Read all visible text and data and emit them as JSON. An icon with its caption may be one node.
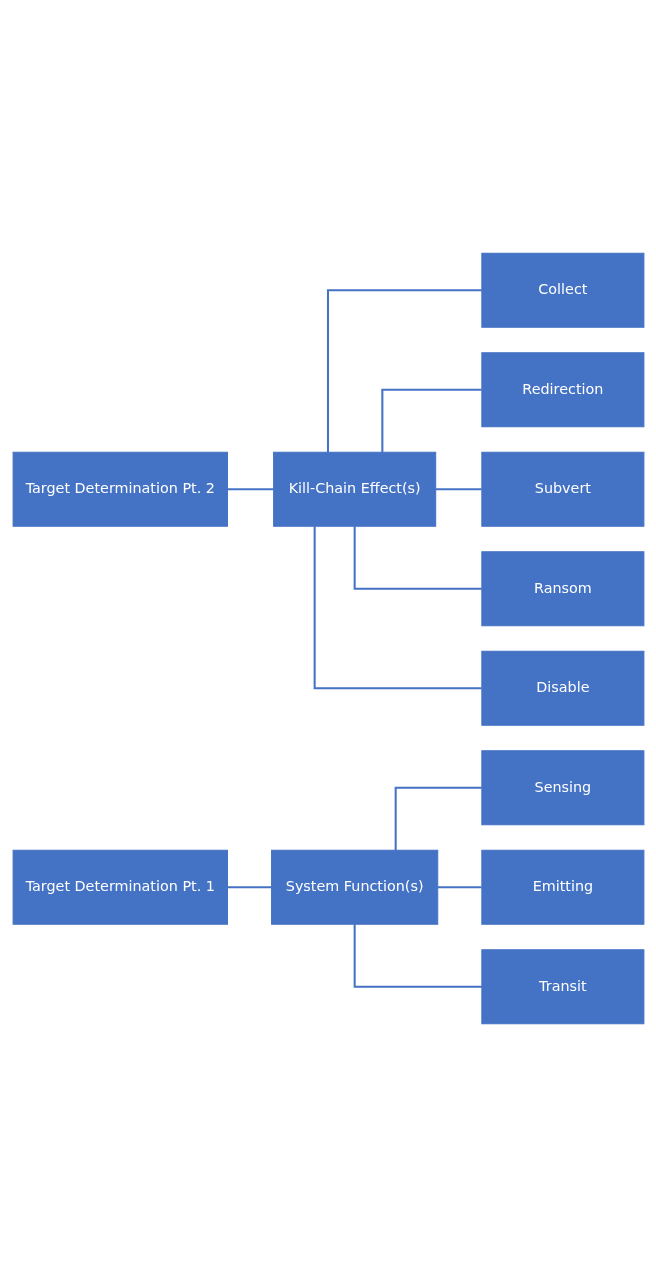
{
  "diagram": {
    "nodes": [
      {
        "text": [
          "Target Determination Pt. 1"
        ]
      },
      {
        "text": [
          "Target Determination Pt. 2"
        ]
      },
      {
        "text": [
          "System Function(s)"
        ]
      },
      {
        "text": [
          "Kill-Chain Effect(s)"
        ]
      },
      {
        "text": [
          "Sensing"
        ]
      },
      {
        "text": [
          "Emitting"
        ]
      },
      {
        "text": [
          "Transit"
        ]
      },
      {
        "text": [
          "Collect"
        ]
      },
      {
        "text": [
          "Redirection"
        ]
      },
      {
        "text": [
          "Subvert"
        ]
      },
      {
        "text": [
          "Ransom"
        ]
      },
      {
        "text": [
          "Disable"
        ]
      }
    ],
    "edges": [
      {
        "from": 0,
        "to": 2,
        "arrow": "none"
      },
      {
        "from": 1,
        "to": 3,
        "arrow": "none"
      },
      {
        "from": 2,
        "to": 4,
        "arrow": "none"
      },
      {
        "from": 2,
        "to": 5,
        "arrow": "none"
      },
      {
        "from": 2,
        "to": 6,
        "arrow": "none"
      },
      {
        "from": 3,
        "to": 7,
        "arrow": "none"
      },
      {
        "from": 3,
        "to": 8,
        "arrow": "none"
      },
      {
        "from": 3,
        "to": 9,
        "arrow": "none"
      },
      {
        "from": 3,
        "to": 10,
        "arrow": "none"
      },
      {
        "from": 3,
        "to": 11,
        "arrow": "none"
      }
    ]
  }
}
